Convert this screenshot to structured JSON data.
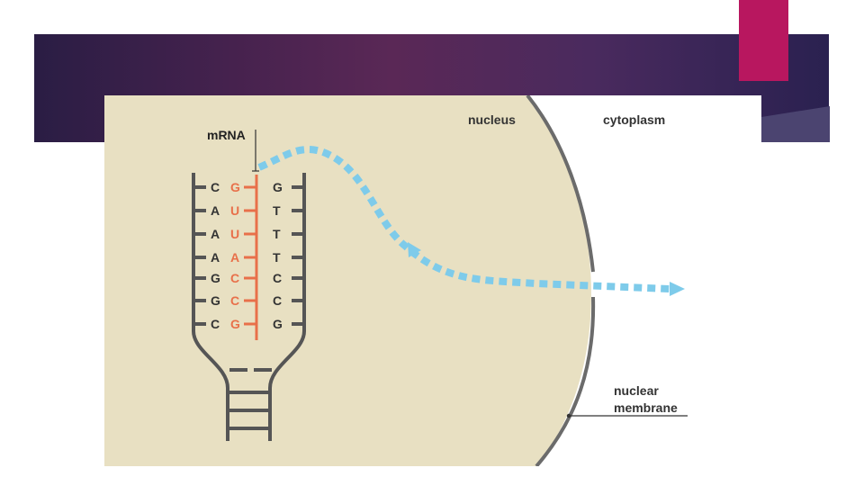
{
  "slide": {
    "colors": {
      "header_gradient": [
        "#2a1d44",
        "#5a2856",
        "#2a2150"
      ],
      "accent": "#b8175f",
      "nucleus_fill": "#e8e0c2",
      "membrane": "#6b6b6b",
      "mrna": "#e8704a",
      "dna": "#555555",
      "arrow": "#7ecbea"
    }
  },
  "diagram": {
    "labels": {
      "mrna": "m​RNA",
      "nucleus": "nucleus",
      "cytoplasm": "cytoplasm",
      "nuclear_membrane_line1": "nuclear",
      "nuclear_membrane_line2": "membrane"
    },
    "base_pairs": [
      {
        "dna_left": "C",
        "mrna": "G",
        "dna_right": "G"
      },
      {
        "dna_left": "A",
        "mrna": "U",
        "dna_right": "T"
      },
      {
        "dna_left": "A",
        "mrna": "U",
        "dna_right": "T"
      },
      {
        "dna_left": "A",
        "mrna": "A",
        "dna_right": "T"
      },
      {
        "dna_left": "G",
        "mrna": "C",
        "dna_right": "C"
      },
      {
        "dna_left": "G",
        "mrna": "C",
        "dna_right": "C"
      },
      {
        "dna_left": "C",
        "mrna": "G",
        "dna_right": "G"
      }
    ]
  }
}
